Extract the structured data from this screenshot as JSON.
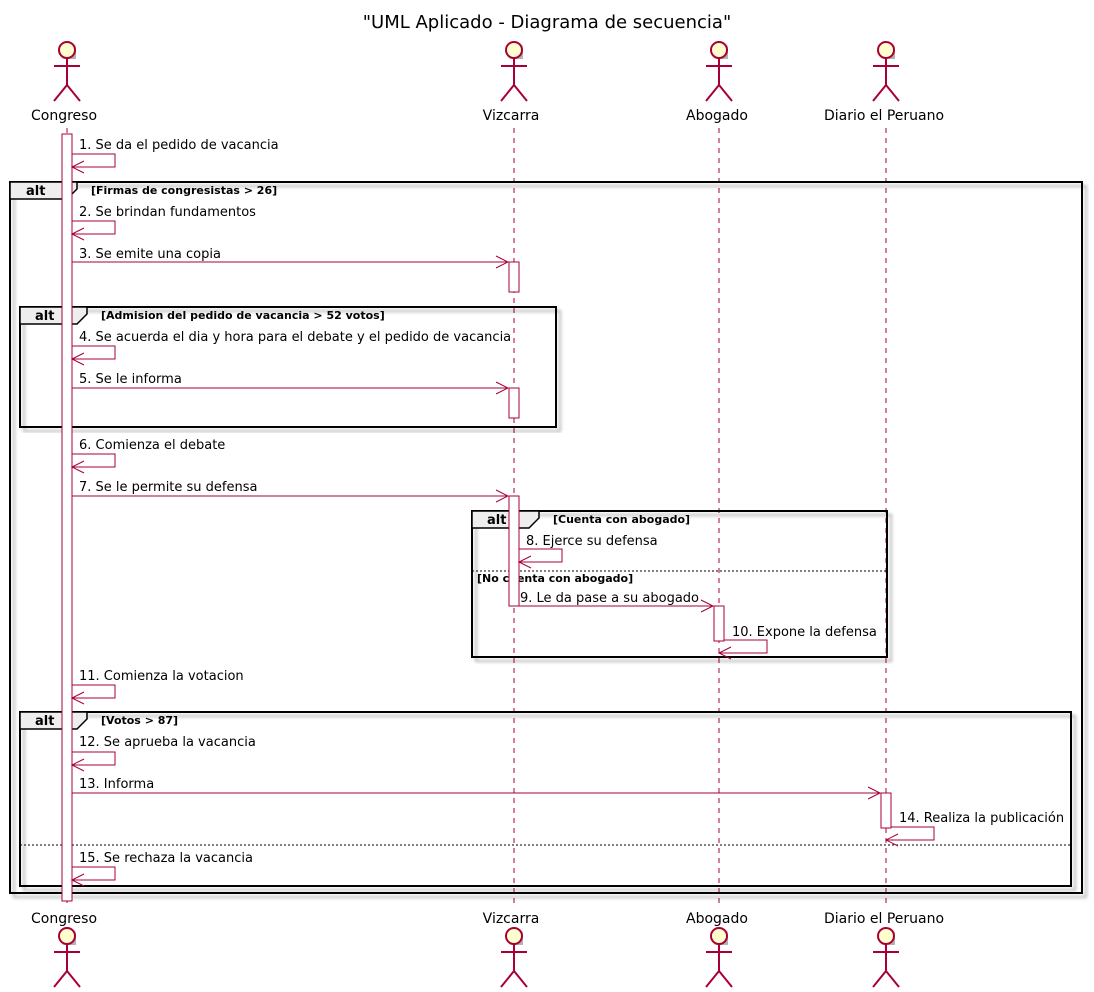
{
  "title": "\"UML Aplicado - Diagrama de secuencia\"",
  "colors": {
    "line": "#A80036",
    "actor_fill": "#FEFECE",
    "activation_fill": "#FFFFFF",
    "frame_stroke": "#000000",
    "frame_label_fill": "#EEEEEE",
    "shadow": "#C0C0C0"
  },
  "participants": [
    {
      "id": "congreso",
      "name": "Congreso",
      "icon": "actor-icon"
    },
    {
      "id": "vizcarra",
      "name": "Vizcarra",
      "icon": "actor-icon"
    },
    {
      "id": "abogado",
      "name": "Abogado",
      "icon": "actor-icon"
    },
    {
      "id": "diario",
      "name": "Diario el Peruano",
      "icon": "actor-icon"
    }
  ],
  "fragments": [
    {
      "id": "alt-firmas",
      "keyword": "alt",
      "guard": "[Firmas de congresistas > 26]"
    },
    {
      "id": "alt-admision",
      "keyword": "alt",
      "guard": "[Admision del pedido de vacancia > 52 votos]"
    },
    {
      "id": "alt-abogado",
      "keyword": "alt",
      "guard": "[Cuenta con abogado]",
      "else_guard": "[No cuenta con abogado]"
    },
    {
      "id": "alt-votos",
      "keyword": "alt",
      "guard": "[Votos > 87]"
    }
  ],
  "messages": [
    {
      "from": "congreso",
      "to": "congreso",
      "label": "1. Se da el pedido de vacancia"
    },
    {
      "from": "congreso",
      "to": "congreso",
      "label": "2. Se brindan fundamentos"
    },
    {
      "from": "congreso",
      "to": "vizcarra",
      "label": "3. Se emite una copia"
    },
    {
      "from": "congreso",
      "to": "congreso",
      "label": "4. Se acuerda el dia y hora para el debate y el pedido de vacancia"
    },
    {
      "from": "congreso",
      "to": "vizcarra",
      "label": "5. Se le informa"
    },
    {
      "from": "congreso",
      "to": "congreso",
      "label": "6. Comienza el debate"
    },
    {
      "from": "congreso",
      "to": "vizcarra",
      "label": "7. Se le permite su defensa"
    },
    {
      "from": "vizcarra",
      "to": "vizcarra",
      "label": "8. Ejerce su defensa"
    },
    {
      "from": "vizcarra",
      "to": "abogado",
      "label": "9. Le da pase a su abogado"
    },
    {
      "from": "abogado",
      "to": "abogado",
      "label": "10. Expone la defensa"
    },
    {
      "from": "congreso",
      "to": "congreso",
      "label": "11. Comienza la votacion"
    },
    {
      "from": "congreso",
      "to": "congreso",
      "label": "12. Se aprueba la vacancia"
    },
    {
      "from": "congreso",
      "to": "diario",
      "label": "13. Informa"
    },
    {
      "from": "diario",
      "to": "diario",
      "label": "14. Realiza la publicación"
    },
    {
      "from": "congreso",
      "to": "congreso",
      "label": "15. Se rechaza la vacancia"
    }
  ]
}
